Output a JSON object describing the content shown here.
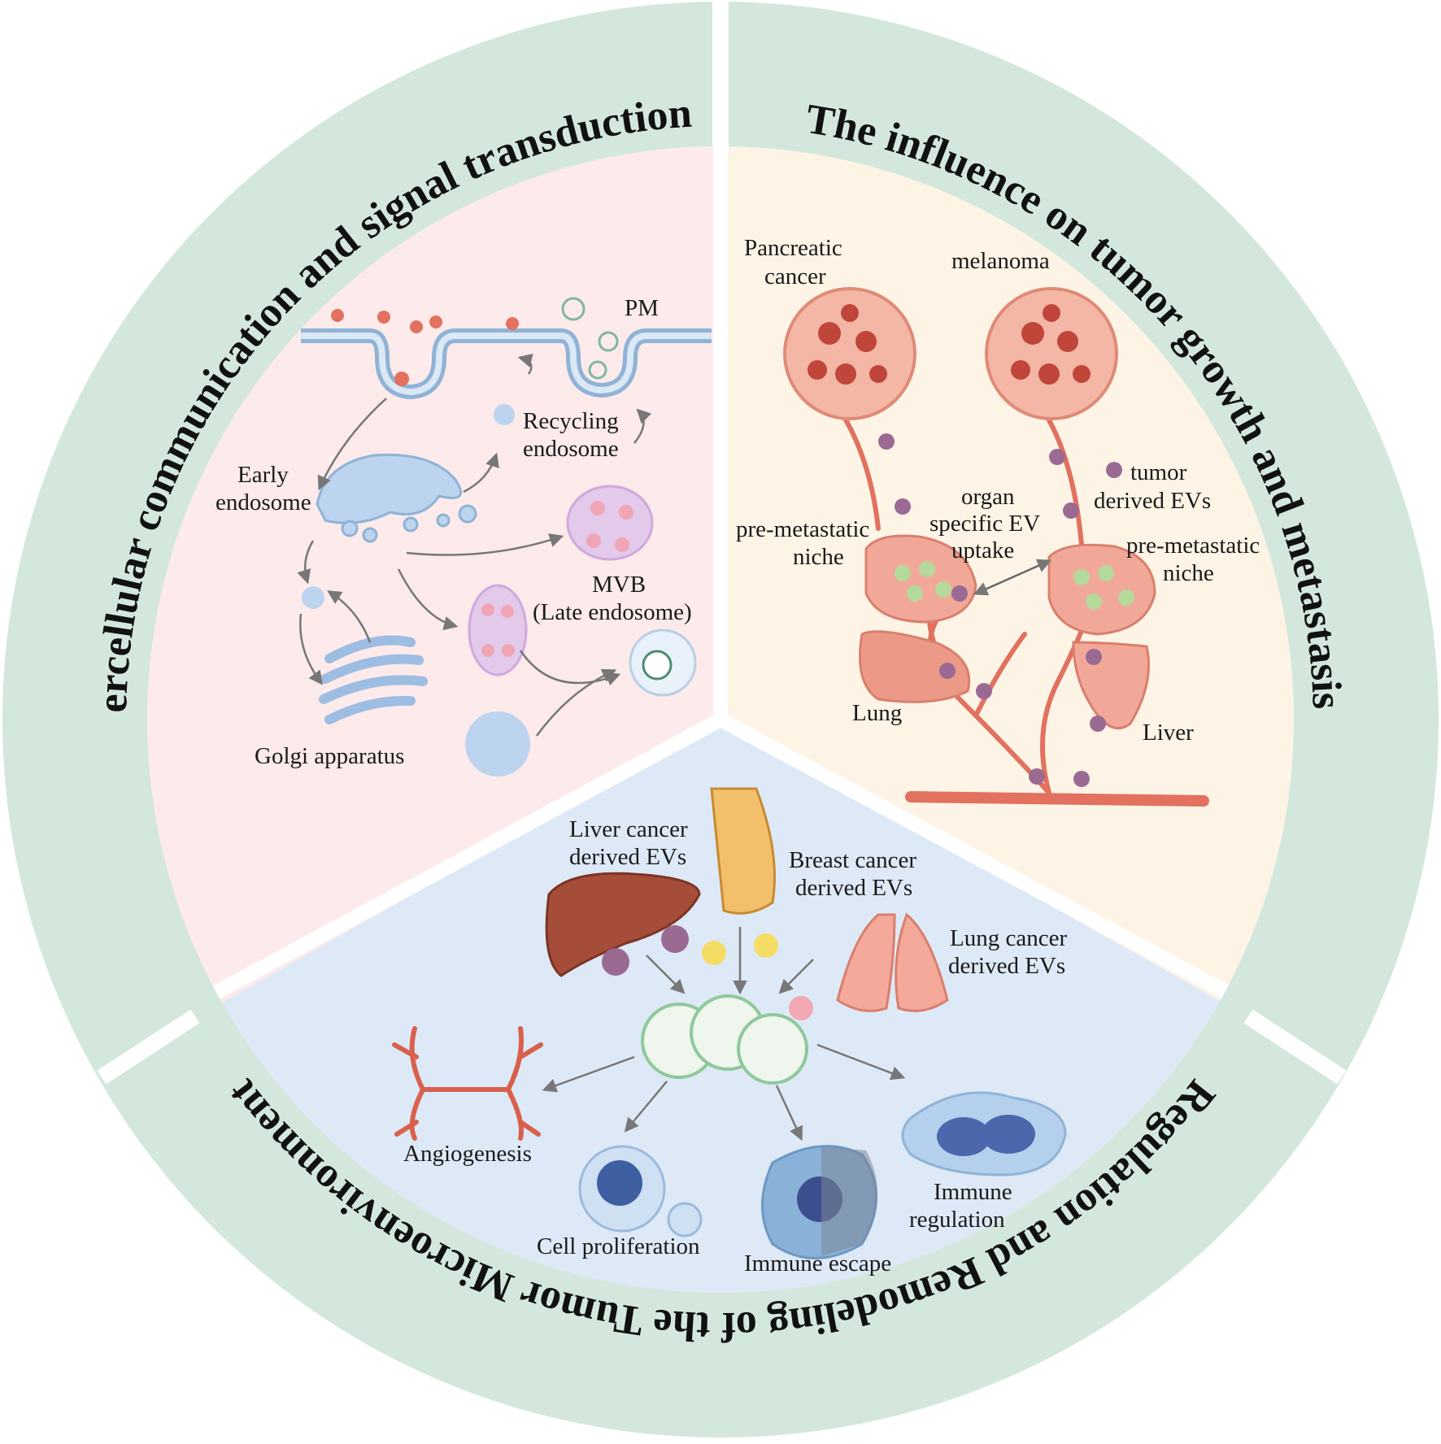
{
  "ring": {
    "left_title": "Intercellular communication and signal transduction",
    "right_title": "The influence on tumor growth and metastasis",
    "bottom_title": "Regulation and Remodeling of the Tumor Microenvironment"
  },
  "top_left_panel": {
    "pm": "PM",
    "recycling_endosome": [
      "Recycling",
      "endosome"
    ],
    "early_endosome": [
      "Early",
      "endosome"
    ],
    "mvb": [
      "MVB",
      "(Late endosome)"
    ],
    "golgi": "Golgi apparatus"
  },
  "right_panel": {
    "pancreatic_cancer": [
      "Pancreatic",
      "cancer"
    ],
    "melanoma": "melanoma",
    "tumor_derived_evs": [
      "tumor",
      "derived EVs"
    ],
    "organ_specific": [
      "organ",
      "specific EV",
      "uptake"
    ],
    "pre_metastatic_left": [
      "pre-metastatic",
      "niche"
    ],
    "pre_metastatic_right": [
      "pre-metastatic",
      "niche"
    ],
    "lung": "Lung",
    "liver": "Liver"
  },
  "bottom_panel": {
    "liver_cancer_evs": [
      "Liver cancer",
      "derived EVs"
    ],
    "breast_cancer_evs": [
      "Breast cancer",
      "derived EVs"
    ],
    "lung_cancer_evs": [
      "Lung cancer",
      "derived EVs"
    ],
    "angiogenesis": "Angiogenesis",
    "cell_proliferation": "Cell proliferation",
    "immune_escape": "Immune escape",
    "immune_regulation": [
      "Immune",
      "regulation"
    ]
  },
  "colors": {
    "ring": "#d3e7dd",
    "sector_left": "#fdeaea",
    "sector_right": "#fdf4e6",
    "sector_bottom": "#dde9f6",
    "vessel": "#e2715f",
    "ev_purple": "#9b6a93",
    "ev_yellow": "#f5dc64"
  }
}
